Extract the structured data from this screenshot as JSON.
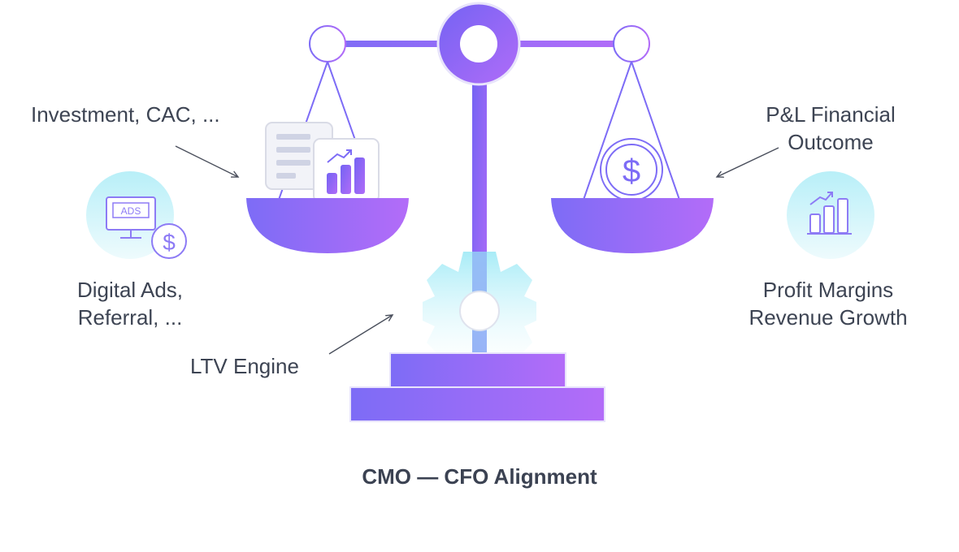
{
  "diagram": {
    "title": "CMO — CFO Alignment",
    "left_top_label": "Investment, CAC, ...",
    "left_bottom_label": [
      "Digital Ads,",
      "Referral, ..."
    ],
    "engine_label": "LTV Engine",
    "right_top_label": [
      "P&L Financial",
      "Outcome"
    ],
    "right_bottom_label": [
      "Profit Margins",
      "Revenue Growth"
    ],
    "ads_badge_text": "ADS",
    "dollar_glyph": "$"
  },
  "icons": {
    "ads_monitor": "monitor-ads-icon",
    "dollar_coin": "dollar-coin-icon",
    "document_chart": "document-bar-chart-icon",
    "growth_chart": "growth-bar-chart-icon",
    "gear": "gear-icon"
  },
  "colors": {
    "purple_start": "#7d6cf6",
    "purple_end": "#b36cf8",
    "teal_light": "#bff1f8",
    "text": "#3d4453",
    "line": "#4a4f5c"
  }
}
